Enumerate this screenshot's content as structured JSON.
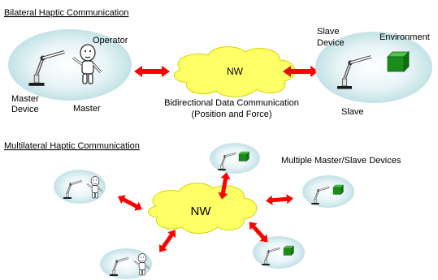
{
  "top": {
    "title": "Bilateral Haptic Communication",
    "operator": "Operator",
    "master_device_line1": "Master",
    "master_device_line2": "Device",
    "master": "Master",
    "network": "NW",
    "bidir_line1": "Bidirectional Data Communication",
    "bidir_line2": "(Position and Force)",
    "slave_device_line1": "Slave",
    "slave_device_line2": "Device",
    "environment": "Environment",
    "slave": "Slave"
  },
  "bottom": {
    "title": "Multilateral Haptic Communication",
    "network": "NW",
    "caption": "Multiple Master/Slave Devices"
  },
  "colors": {
    "bubble": "#d7ecef",
    "cloud": "#ffff66",
    "cloud_stroke": "#cccc00",
    "arrow": "#ff0000",
    "box": "#1a8c1a"
  }
}
